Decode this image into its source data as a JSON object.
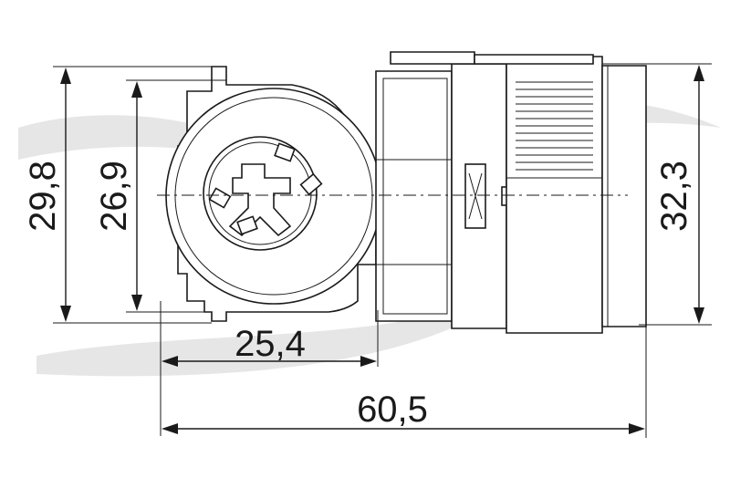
{
  "dimensions": {
    "overall_height": "29,8",
    "inner_height": "26,9",
    "right_height": "32,3",
    "front_width": "25,4",
    "total_length": "60,5"
  },
  "colors": {
    "line": "#1a1a1a",
    "background": "#ffffff",
    "watermark": "#e6e6e6"
  }
}
